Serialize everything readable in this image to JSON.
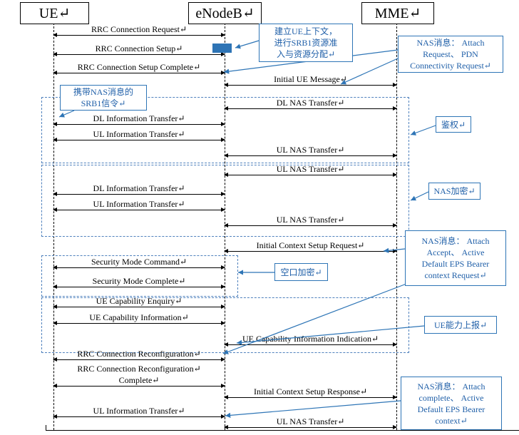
{
  "actors": [
    {
      "label": "UE↵"
    },
    {
      "label": "eNodeB↵"
    },
    {
      "label": "MME↵"
    }
  ],
  "messages": [
    {
      "label": "RRC Connection Request↵"
    },
    {
      "label": "RRC Connection Setup↵"
    },
    {
      "label": "RRC Connection Setup Complete↵"
    },
    {
      "label": "Initial UE Message↵"
    },
    {
      "label": "DL NAS Transfer↵"
    },
    {
      "label": "DL Information Transfer↵"
    },
    {
      "label": "UL Information Transfer↵"
    },
    {
      "label": "UL NAS Transfer↵"
    },
    {
      "label": "UL NAS Transfer↵"
    },
    {
      "label": "DL Information Transfer↵"
    },
    {
      "label": "UL Information Transfer↵"
    },
    {
      "label": "UL NAS Transfer↵"
    },
    {
      "label": "Initial Context Setup Request↵"
    },
    {
      "label": "Security Mode Command↵"
    },
    {
      "label": "Security Mode Complete↵"
    },
    {
      "label": "UE Capability Enquiry↵"
    },
    {
      "label": "UE Capability Information↵"
    },
    {
      "label": "UE Capability Information Indication↵"
    },
    {
      "label": "RRC Connection Reconfiguration↵"
    },
    {
      "label": "RRC Connection  Reconfiguration↵\nComplete↵"
    },
    {
      "label": "Initial Context Setup Response↵"
    },
    {
      "label": "UL Information Transfer↵"
    },
    {
      "label": "UL NAS Transfer↵"
    }
  ],
  "callouts": {
    "setup_context": {
      "text": "建立UE上下文，\n进行SRB1资源准\n入与资源分配↵"
    },
    "nas_attach_request": {
      "text": "NAS消息： Attach\nRequest、 PDN\nConnectivity Request↵"
    },
    "srb1_signaling": {
      "text": "携带NAS消息的\nSRB1信令↵"
    },
    "authentication": {
      "text": "鉴权↵"
    },
    "nas_encryption": {
      "text": "NAS加密↵"
    },
    "nas_attach_accept": {
      "text": "NAS消息： Attach\nAccept、 Active\nDefault EPS Bearer\ncontext Request↵"
    },
    "air_interface_encryption": {
      "text": "空口加密↵"
    },
    "ue_capability_report": {
      "text": "UE能力上报↵"
    },
    "nas_attach_complete": {
      "text": "NAS消息： Attach\ncomplete、 Active\nDefault EPS Bearer\ncontext↵"
    }
  },
  "colors": {
    "annotation_blue": "#2E75B6",
    "process_block_fill": "#2E74B5",
    "message_line": "#000000"
  }
}
